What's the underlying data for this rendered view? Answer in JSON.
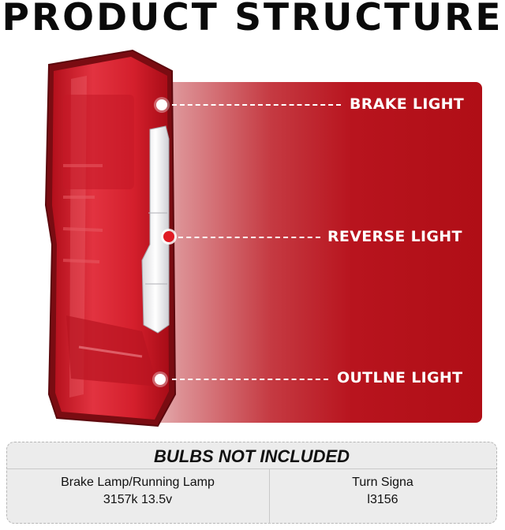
{
  "title": "PRODUCT STRUCTURE",
  "callouts": {
    "brake": "BRAKE LIGHT",
    "reverse": "REVERSE LIGHT",
    "outline": "OUTLNE LIGHT"
  },
  "bulbs": {
    "heading": "BULBS NOT INCLUDED",
    "left": {
      "line1": "Brake Lamp/Running Lamp",
      "line2": "3157k 13.5v"
    },
    "right": {
      "line1": "Turn Signa",
      "line2": "l3156"
    }
  },
  "colors": {
    "accent_red": "#b8141e",
    "lens_red": "#d41f2c"
  }
}
